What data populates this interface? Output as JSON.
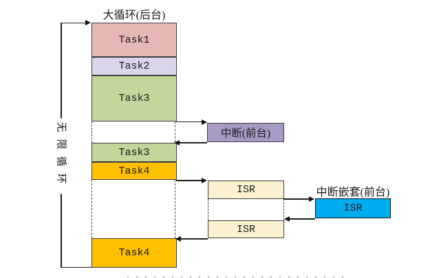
{
  "diagram": {
    "title": "大循环(后台)",
    "infinite_loop_label": "无限循环",
    "background_column": [
      {
        "label": "Task1",
        "color": "#E5B8B6"
      },
      {
        "label": "Task2",
        "color": "#DBD5E9"
      },
      {
        "label": "Task3",
        "color": "#C3D69B"
      },
      {
        "label": "Task3",
        "color": "#C3D69B"
      },
      {
        "label": "Task4",
        "color": "#FFC000"
      },
      {
        "label": "Task4",
        "color": "#FFC000"
      }
    ],
    "foreground_interrupt": {
      "label": "中断(前台)",
      "color": "#A79AC5"
    },
    "isr_column": [
      {
        "label": "ISR",
        "color": "#FBF0D0"
      },
      {
        "label": "ISR",
        "color": "#FBF0D0"
      }
    ],
    "nested_interrupt": {
      "title": "中断嵌套(前台)",
      "label": "ISR",
      "color": "#00AEEF"
    },
    "line_color": "#1c1c1c"
  }
}
